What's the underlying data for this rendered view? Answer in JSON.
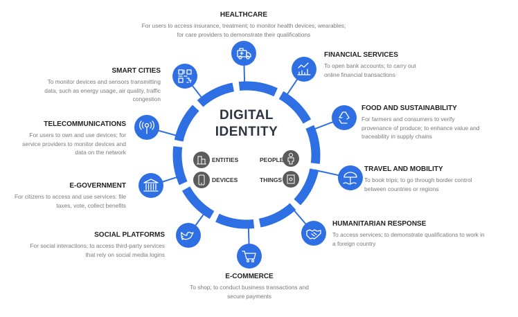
{
  "center": {
    "line1": "DIGITAL",
    "line2": "IDENTITY"
  },
  "entities": [
    {
      "label": "ENTITIES",
      "icon": "building-icon"
    },
    {
      "label": "DEVICES",
      "icon": "smartphone-icon"
    },
    {
      "label": "PEOPLE",
      "icon": "person-icon"
    },
    {
      "label": "THINGS",
      "icon": "chip-icon"
    }
  ],
  "sectors": [
    {
      "title": "HEALTHCARE",
      "desc": [
        "For users to access insurance, treatment; to monitor health devices, wearables;",
        "for care providers to demonstrate their qualifications"
      ],
      "icon": "ambulance-icon"
    },
    {
      "title": "FINANCIAL SERVICES",
      "desc": [
        "To open bank accounts; to carry out",
        "online financial transactions"
      ],
      "icon": "chart-icon"
    },
    {
      "title": "FOOD AND SUSTAINABILITY",
      "desc": [
        "For farmers and consumers to verify",
        "provenance of produce; to enhance value and",
        "traceability in supply chains"
      ],
      "icon": "recycle-icon"
    },
    {
      "title": "TRAVEL AND MOBILITY",
      "desc": [
        "To book trips; to go through border control",
        "between countries or regions"
      ],
      "icon": "beach-umbrella-icon"
    },
    {
      "title": "HUMANITARIAN RESPONSE",
      "desc": [
        "To access services; to demonstrate qualifications to work in",
        "a foreign country"
      ],
      "icon": "handshake-icon"
    },
    {
      "title": "E-COMMERCE",
      "desc": [
        "To shop; to conduct business transactions and",
        "secure payments"
      ],
      "icon": "shopping-cart-icon"
    },
    {
      "title": "SOCIAL PLATFORMS",
      "desc": [
        "For social interactions; to access third-party services",
        "that rely on social media logins"
      ],
      "icon": "bird-icon"
    },
    {
      "title": "E-GOVERNMENT",
      "desc": [
        "For citizens to access and use services: file",
        "taxes, vote, collect benefits"
      ],
      "icon": "government-building-icon"
    },
    {
      "title": "TELECOMMUNICATIONS",
      "desc": [
        "For users to own and use devices; for",
        "service providers to monitor devices and",
        "data on the network"
      ],
      "icon": "antenna-icon"
    },
    {
      "title": "SMART CITIES",
      "desc": [
        "To monitor devices and sensors transmitting",
        "data, such as energy usage, air quality, traffic",
        "congestion"
      ],
      "icon": "qr-code-icon"
    }
  ],
  "colors": {
    "accent": "#2f6fe4",
    "entity_circle": "#5b5b5b",
    "title": "#222222",
    "desc": "#7a7a7a"
  }
}
